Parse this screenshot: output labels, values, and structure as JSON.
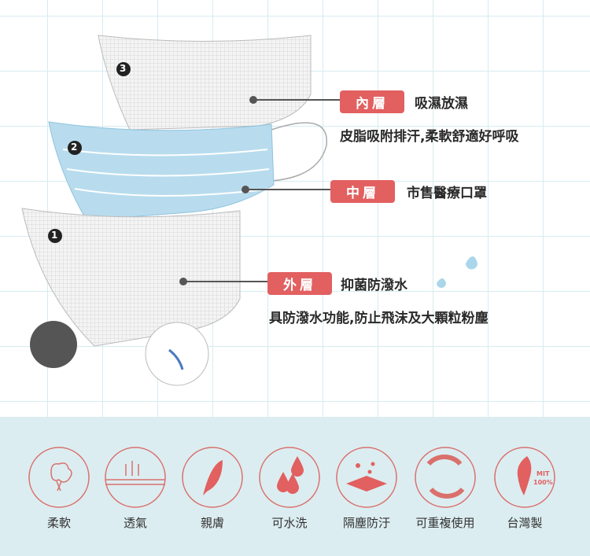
{
  "layers": [
    {
      "number": "3",
      "tag": "內層",
      "title": "吸濕放濕",
      "desc": "皮脂吸附排汗,柔軟舒適好呼吸"
    },
    {
      "number": "2",
      "tag": "中層",
      "title": "市售醫療口罩"
    },
    {
      "number": "1",
      "tag": "外層",
      "title": "抑菌防潑水",
      "desc": "具防潑水功能,防止飛沫及大顆粒粉塵"
    }
  ],
  "features": [
    {
      "label": "柔軟",
      "icon": "cotton-icon"
    },
    {
      "label": "透氣",
      "icon": "breathable-arrows-icon"
    },
    {
      "label": "親膚",
      "icon": "feather-icon"
    },
    {
      "label": "可水洗",
      "icon": "water-drops-icon"
    },
    {
      "label": "隔塵防汙",
      "icon": "dust-shield-icon"
    },
    {
      "label": "可重複使用",
      "icon": "reuse-arrows-icon"
    },
    {
      "label": "台灣製",
      "icon": "taiwan-map-icon"
    }
  ],
  "mit_badge": {
    "line1": "MIT",
    "line2": "100%"
  },
  "colors": {
    "accent": "#e26060",
    "blue": "#a9d6ea",
    "bottom_bg": "#dcedf1"
  }
}
